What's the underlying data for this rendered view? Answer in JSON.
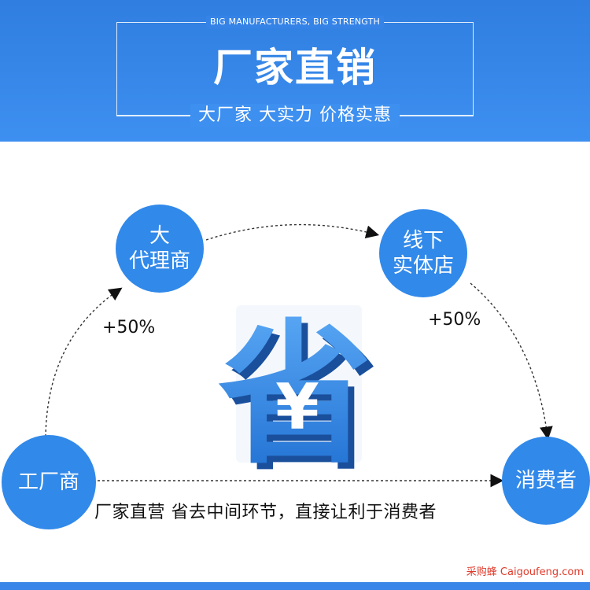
{
  "banner": {
    "tagline": "BIG MANUFACTURERS, BIG STRENGTH",
    "title": "厂家直销",
    "subtitle": "大厂家  大实力  价格实惠",
    "background_color": "#3583e6"
  },
  "flow": {
    "agent": [
      "大",
      "代理商"
    ],
    "store": [
      "线下",
      "实体店"
    ],
    "factory": "工厂商",
    "consumer": "消费者",
    "markup_left": "+50%",
    "markup_right": "+50%",
    "center_glyph": "省",
    "currency_glyph": "¥",
    "caption": "厂家直营 省去中间环节，直接让利于消费者",
    "node_color": "#3189ea"
  },
  "watermark": "采购蜂 Caigoufeng.com"
}
